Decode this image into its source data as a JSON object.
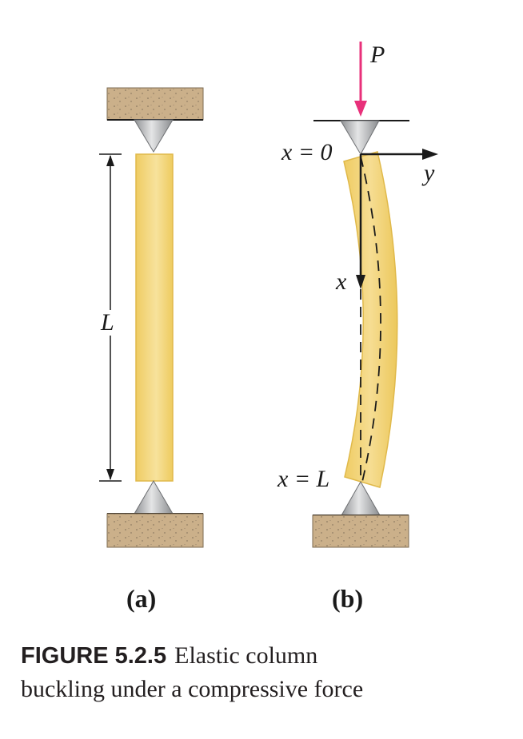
{
  "labels": {
    "length": "L",
    "force": "P",
    "top_position": "x = 0",
    "bottom_position": "x = L",
    "x_axis": "x",
    "y_axis": "y",
    "panel_a": "(a)",
    "panel_b": "(b)"
  },
  "caption": {
    "number": "FIGURE 5.2.5",
    "line1": "Elastic column",
    "line2": "buckling under a compressive force"
  },
  "colors": {
    "column_fill": "#f2d479",
    "column_edge": "#e0b94a",
    "force_arrow": "#e8307a",
    "ground": "#c9ad86",
    "support": "#a8a9ab"
  }
}
